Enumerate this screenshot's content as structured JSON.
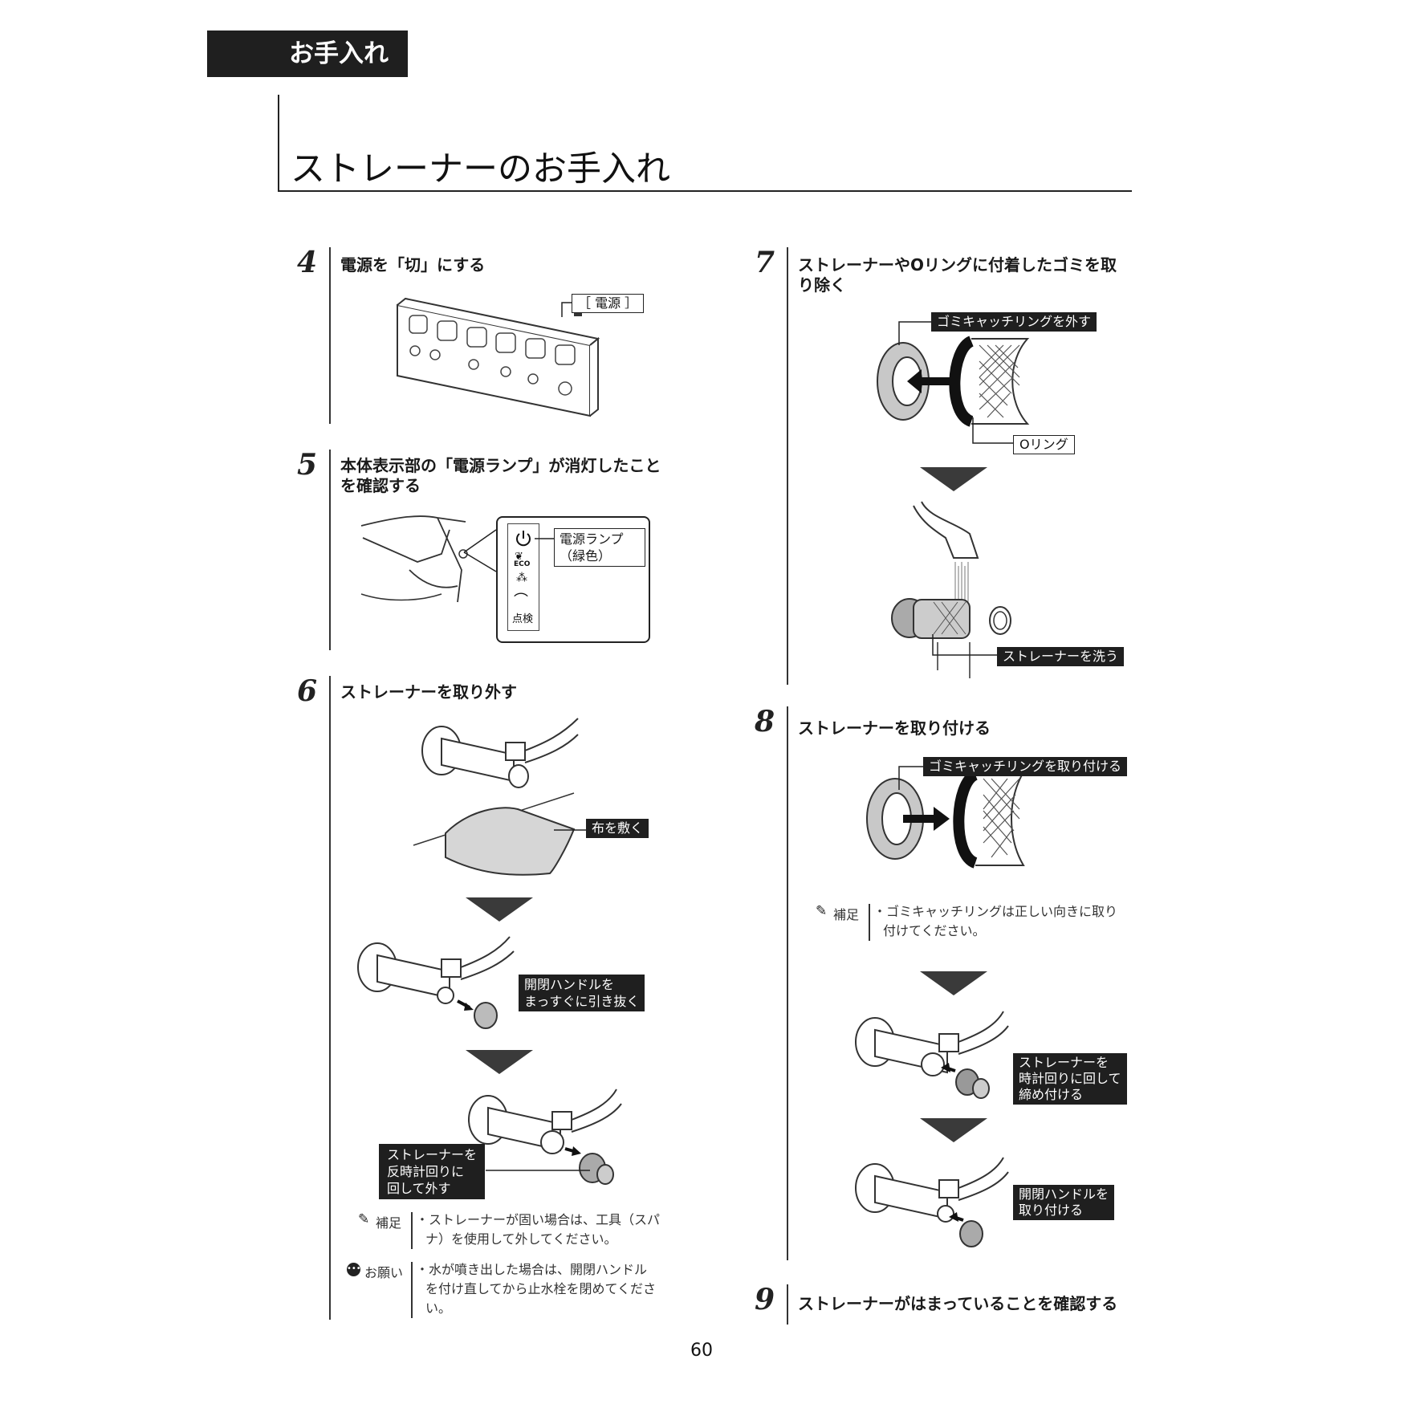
{
  "header": {
    "section_label": "お手入れ",
    "page_title": "ストレーナーのお手入れ"
  },
  "steps": {
    "s4": {
      "num": "4",
      "text": "電源を「切」にする",
      "callout": "［ 電源 ］"
    },
    "s5": {
      "num": "5",
      "text_l1": "本体表示部の「電源ランプ」が消灯したこと",
      "text_l2": "を確認する",
      "callout_l1": "電源ランプ",
      "callout_l2": "（緑色）",
      "eco_label": "ECO",
      "check_label": "点検"
    },
    "s6": {
      "num": "6",
      "text": "ストレーナーを取り外す",
      "cloth_tag": "布を敷く",
      "handle_tag_l1": "開閉ハンドルを",
      "handle_tag_l2": "まっすぐに引き抜く",
      "remove_tag_l1": "ストレーナーを",
      "remove_tag_l2": "反時計回りに",
      "remove_tag_l3": "回して外す",
      "note_label": "補足",
      "note_l1": "・ストレーナーが固い場合は、工具（スパ",
      "note_l2": "ナ）を使用して外してください。",
      "request_label": "お願い",
      "request_l1": "・水が噴き出した場合は、開閉ハンドル",
      "request_l2": "を付け直してから止水栓を閉めてくださ",
      "request_l3": "い。"
    },
    "s7": {
      "num": "7",
      "text_l1": "ストレーナーやOリングに付着したゴミを取",
      "text_l2": "り除く",
      "ring_tag": "ゴミキャッチリングを外す",
      "oring_tag": "Oリング",
      "wash_tag": "ストレーナーを洗う"
    },
    "s8": {
      "num": "8",
      "text": "ストレーナーを取り付ける",
      "ring_tag": "ゴミキャッチリングを取り付ける",
      "note_label": "補足",
      "note_l1": "・ゴミキャッチリングは正しい向きに取り",
      "note_l2": "付けてください。",
      "tighten_l1": "ストレーナーを",
      "tighten_l2": "時計回りに回して",
      "tighten_l3": "締め付ける",
      "attach_l1": "開閉ハンドルを",
      "attach_l2": "取り付ける"
    },
    "s9": {
      "num": "9",
      "text": "ストレーナーがはまっていることを確認する"
    }
  },
  "footer": {
    "page_number": "60"
  }
}
